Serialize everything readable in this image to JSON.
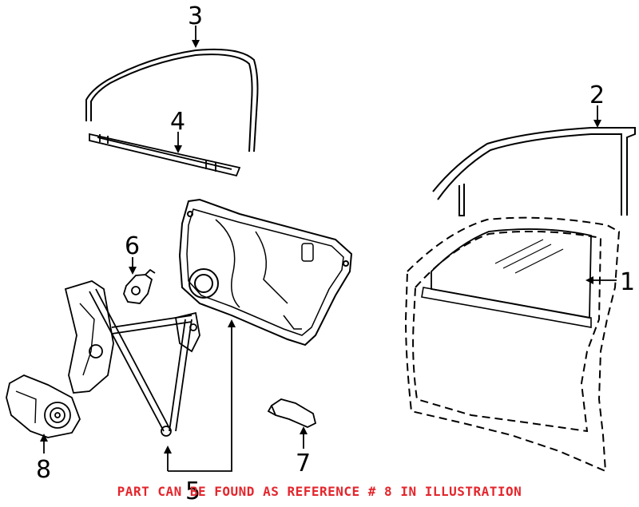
{
  "callouts": {
    "c1": "1",
    "c2": "2",
    "c3": "3",
    "c4": "4",
    "c5": "5",
    "c6": "6",
    "c7": "7",
    "c8": "8"
  },
  "notice": "PART CAN BE FOUND AS REFERENCE # 8 IN ILLUSTRATION",
  "colors": {
    "line": "#000000",
    "notice": "#e3262c"
  }
}
